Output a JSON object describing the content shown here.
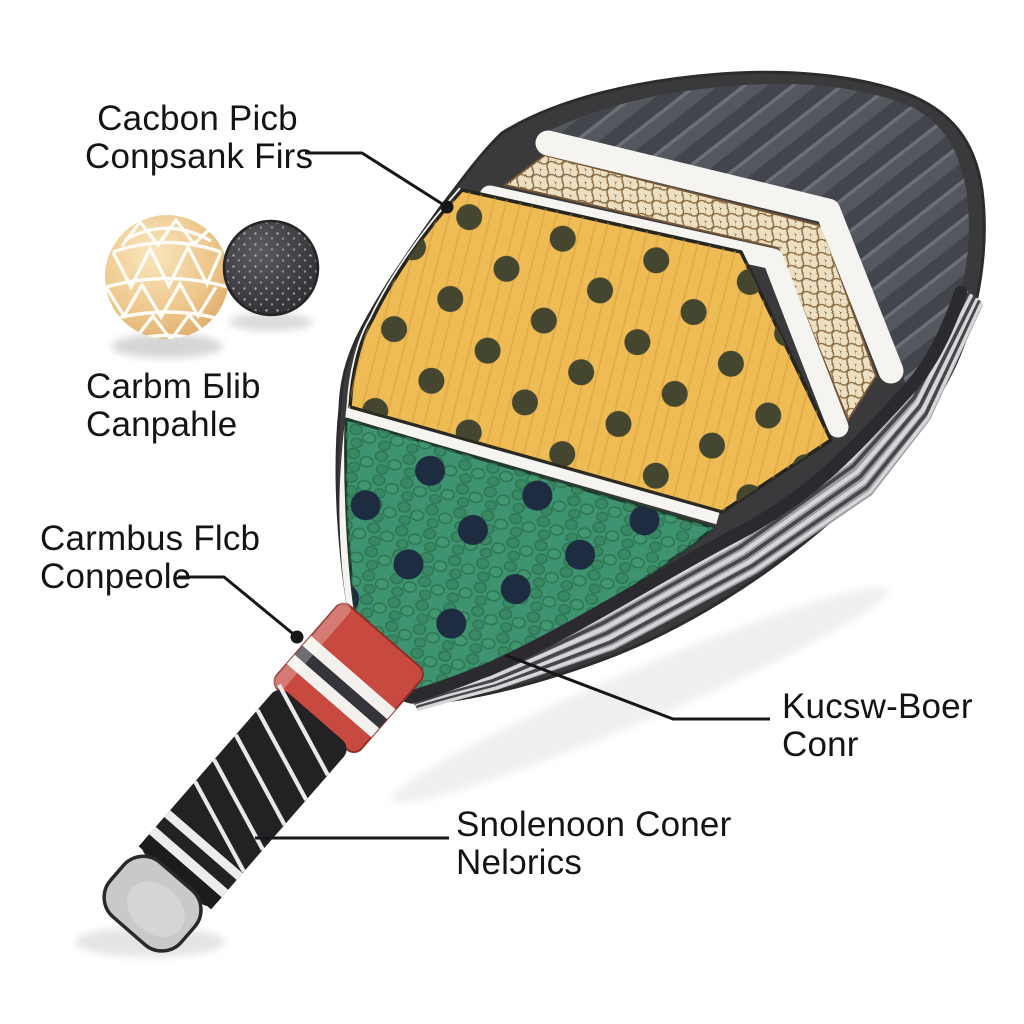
{
  "scene": {
    "background": "#ffffff"
  },
  "labels": {
    "top_left": {
      "line1": "Cacbon Picb",
      "line2": "Conpsank Firs"
    },
    "mid_left": {
      "line1": "Carbm Бlib",
      "line2": "Canpahle"
    },
    "lower_left": {
      "line1": "Carmbus Flcb",
      "line2": "Conpeole"
    },
    "right": {
      "line1": "Kucsw-Boer",
      "line2": "Conr"
    },
    "bottom": {
      "line1": "Snolenoon Coner",
      "line2": "Nelɔrics"
    }
  },
  "colors": {
    "face_yellow": "#eebb55",
    "face_dot": "#45462f",
    "core_green": "#3e9470",
    "core_dot": "#1d2c40",
    "carbon_gray": "#54575d",
    "honeycomb_cream": "#ecdfc2",
    "edge_dark": "#3a393c",
    "band_white": "#f6f4f0",
    "collar_red": "#c7493f",
    "grip_black": "#222225",
    "butt_gray": "#c9c9ca",
    "text": "#141414",
    "leader_line": "#17171a"
  }
}
